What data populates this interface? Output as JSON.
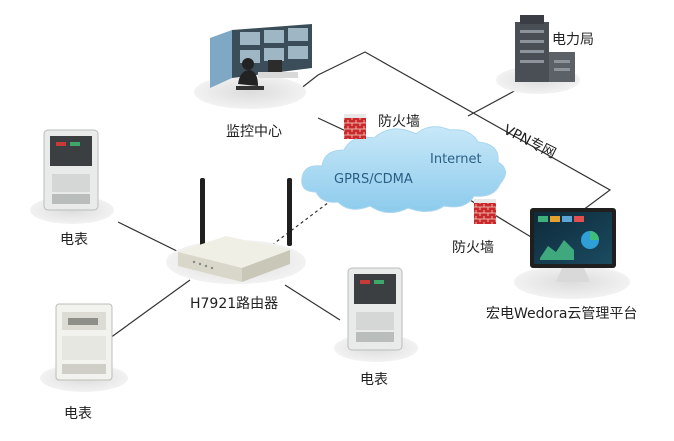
{
  "nodes": {
    "monitoring_center": "监控中心",
    "power_bureau": "电力局",
    "firewall_top": "防火墙",
    "firewall_bottom": "防火墙",
    "cloud_label_gprs": "GPRS/CDMA",
    "cloud_label_internet": "Internet",
    "vpn_label": "VPN专网",
    "router": "H7921路由器",
    "platform": "宏电Wedora云管理平台",
    "meter_top_left": "电表",
    "meter_bottom_left": "电表",
    "meter_right": "电表"
  },
  "colors": {
    "cloud": "#9fd3ee",
    "cloud_text": "#2a5f85",
    "firewall_brick": "#c9282d",
    "ground_shadow": "#e6e6e6",
    "line": "#333333"
  },
  "icons": {
    "monitoring_center": "monitoring-center-icon",
    "power_bureau": "power-bureau-building-icon",
    "firewall": "firewall-brick-icon",
    "router": "router-icon",
    "platform": "monitor-dashboard-icon",
    "meter": "electric-meter-icon"
  }
}
